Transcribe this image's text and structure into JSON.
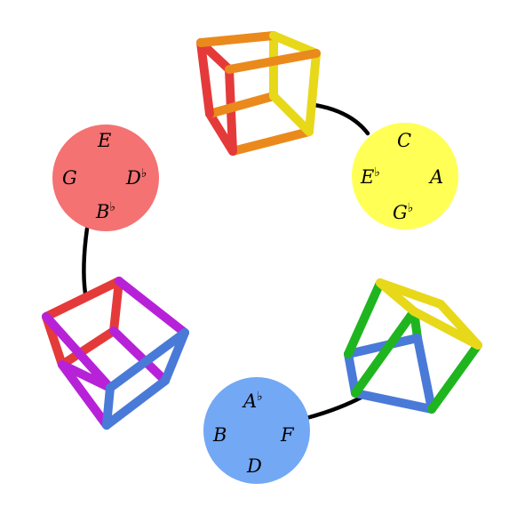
{
  "diagram": {
    "circles": [
      {
        "id": "yellow",
        "color": "#ffff55",
        "notes": [
          {
            "letter": "C",
            "flat": ""
          },
          {
            "letter": "E",
            "flat": "♭"
          },
          {
            "letter": "A",
            "flat": ""
          },
          {
            "letter": "G",
            "flat": "♭"
          }
        ]
      },
      {
        "id": "blue",
        "color": "#73a8f5",
        "notes": [
          {
            "letter": "A",
            "flat": "♭"
          },
          {
            "letter": "B",
            "flat": ""
          },
          {
            "letter": "F",
            "flat": ""
          },
          {
            "letter": "D",
            "flat": ""
          }
        ]
      },
      {
        "id": "red",
        "color": "#f47272",
        "notes": [
          {
            "letter": "E",
            "flat": ""
          },
          {
            "letter": "G",
            "flat": ""
          },
          {
            "letter": "D",
            "flat": "♭"
          },
          {
            "letter": "B",
            "flat": "♭"
          }
        ]
      }
    ],
    "cubes": [
      {
        "id": "top",
        "edge_colors": [
          "#e53a3a",
          "#ea8a1c",
          "#e8d81a"
        ]
      },
      {
        "id": "right",
        "edge_colors": [
          "#e8d81a",
          "#1fb51f",
          "#4a7ad8"
        ]
      },
      {
        "id": "left",
        "edge_colors": [
          "#e53a3a",
          "#b722d8",
          "#4a7ad8"
        ]
      }
    ]
  }
}
